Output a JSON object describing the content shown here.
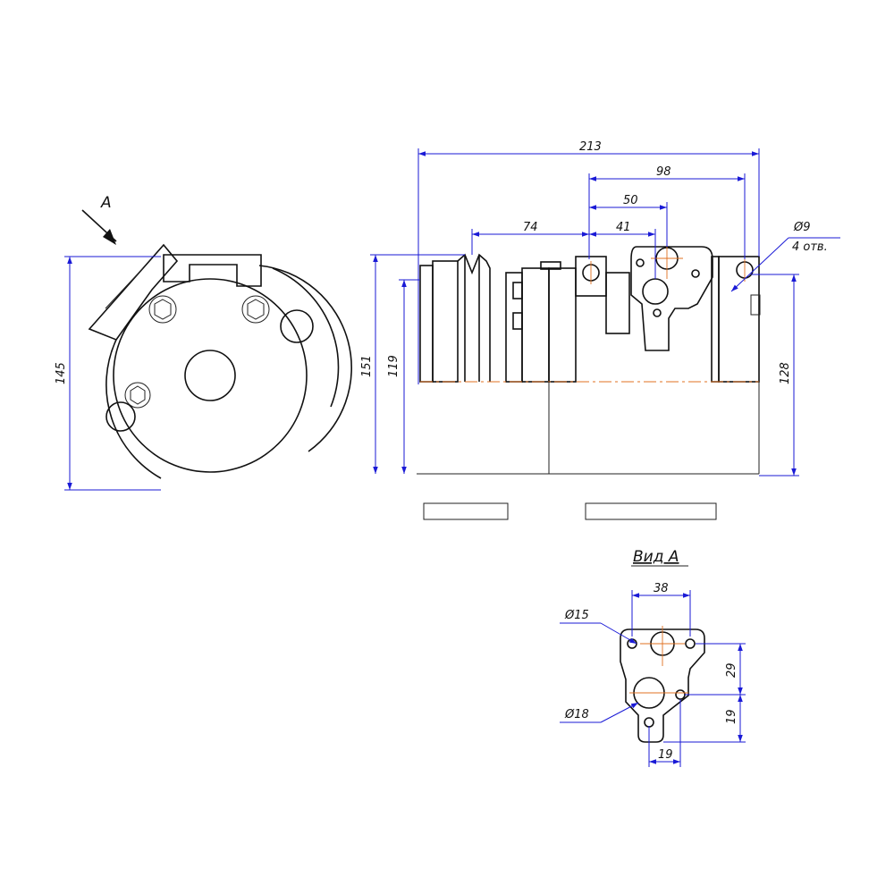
{
  "view_marker": "A",
  "view_a_title": "Вид А",
  "dims": {
    "d145": "145",
    "d151": "151",
    "d119": "119",
    "d128": "128",
    "d213": "213",
    "d98": "98",
    "d74": "74",
    "d50": "50",
    "d41": "41",
    "hole_dia": "Ø9",
    "hole_count": "4 отв.",
    "va_38": "38",
    "va_29": "29",
    "va_19v": "19",
    "va_19h": "19",
    "va_d15": "Ø15",
    "va_d18": "Ø18"
  },
  "colors": {
    "outline": "#111111",
    "dimension": "#1a1ad6",
    "centerline": "#e07020"
  }
}
